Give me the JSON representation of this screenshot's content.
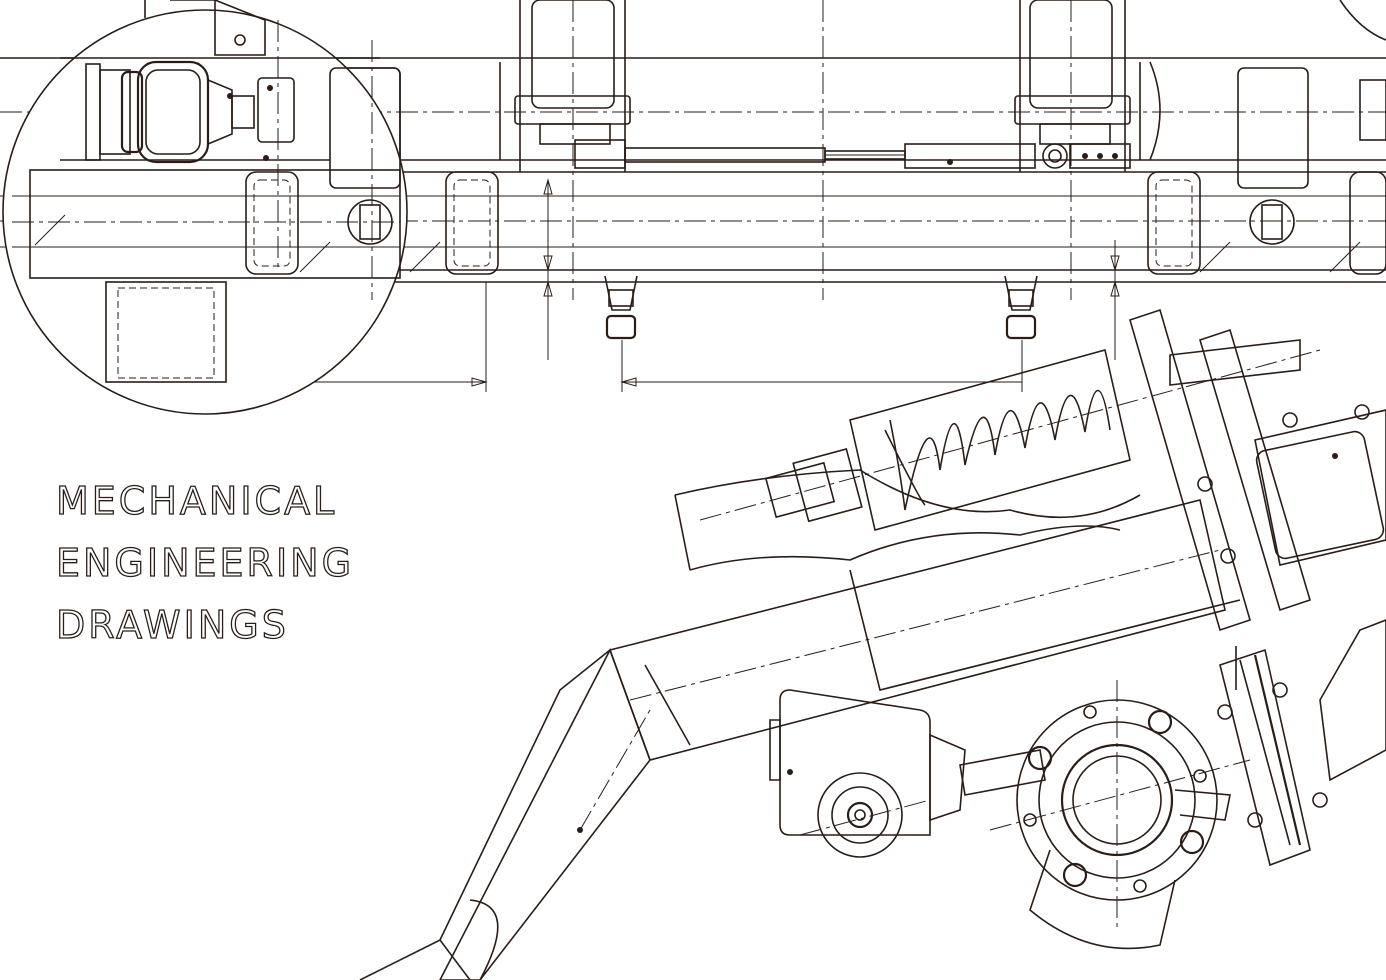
{
  "title": {
    "line1": "MECHANICAL",
    "line2": "ENGINEERING",
    "line3": "DRAWINGS"
  },
  "colors": {
    "background": "#ffffff",
    "linework": "#2a1d17"
  }
}
